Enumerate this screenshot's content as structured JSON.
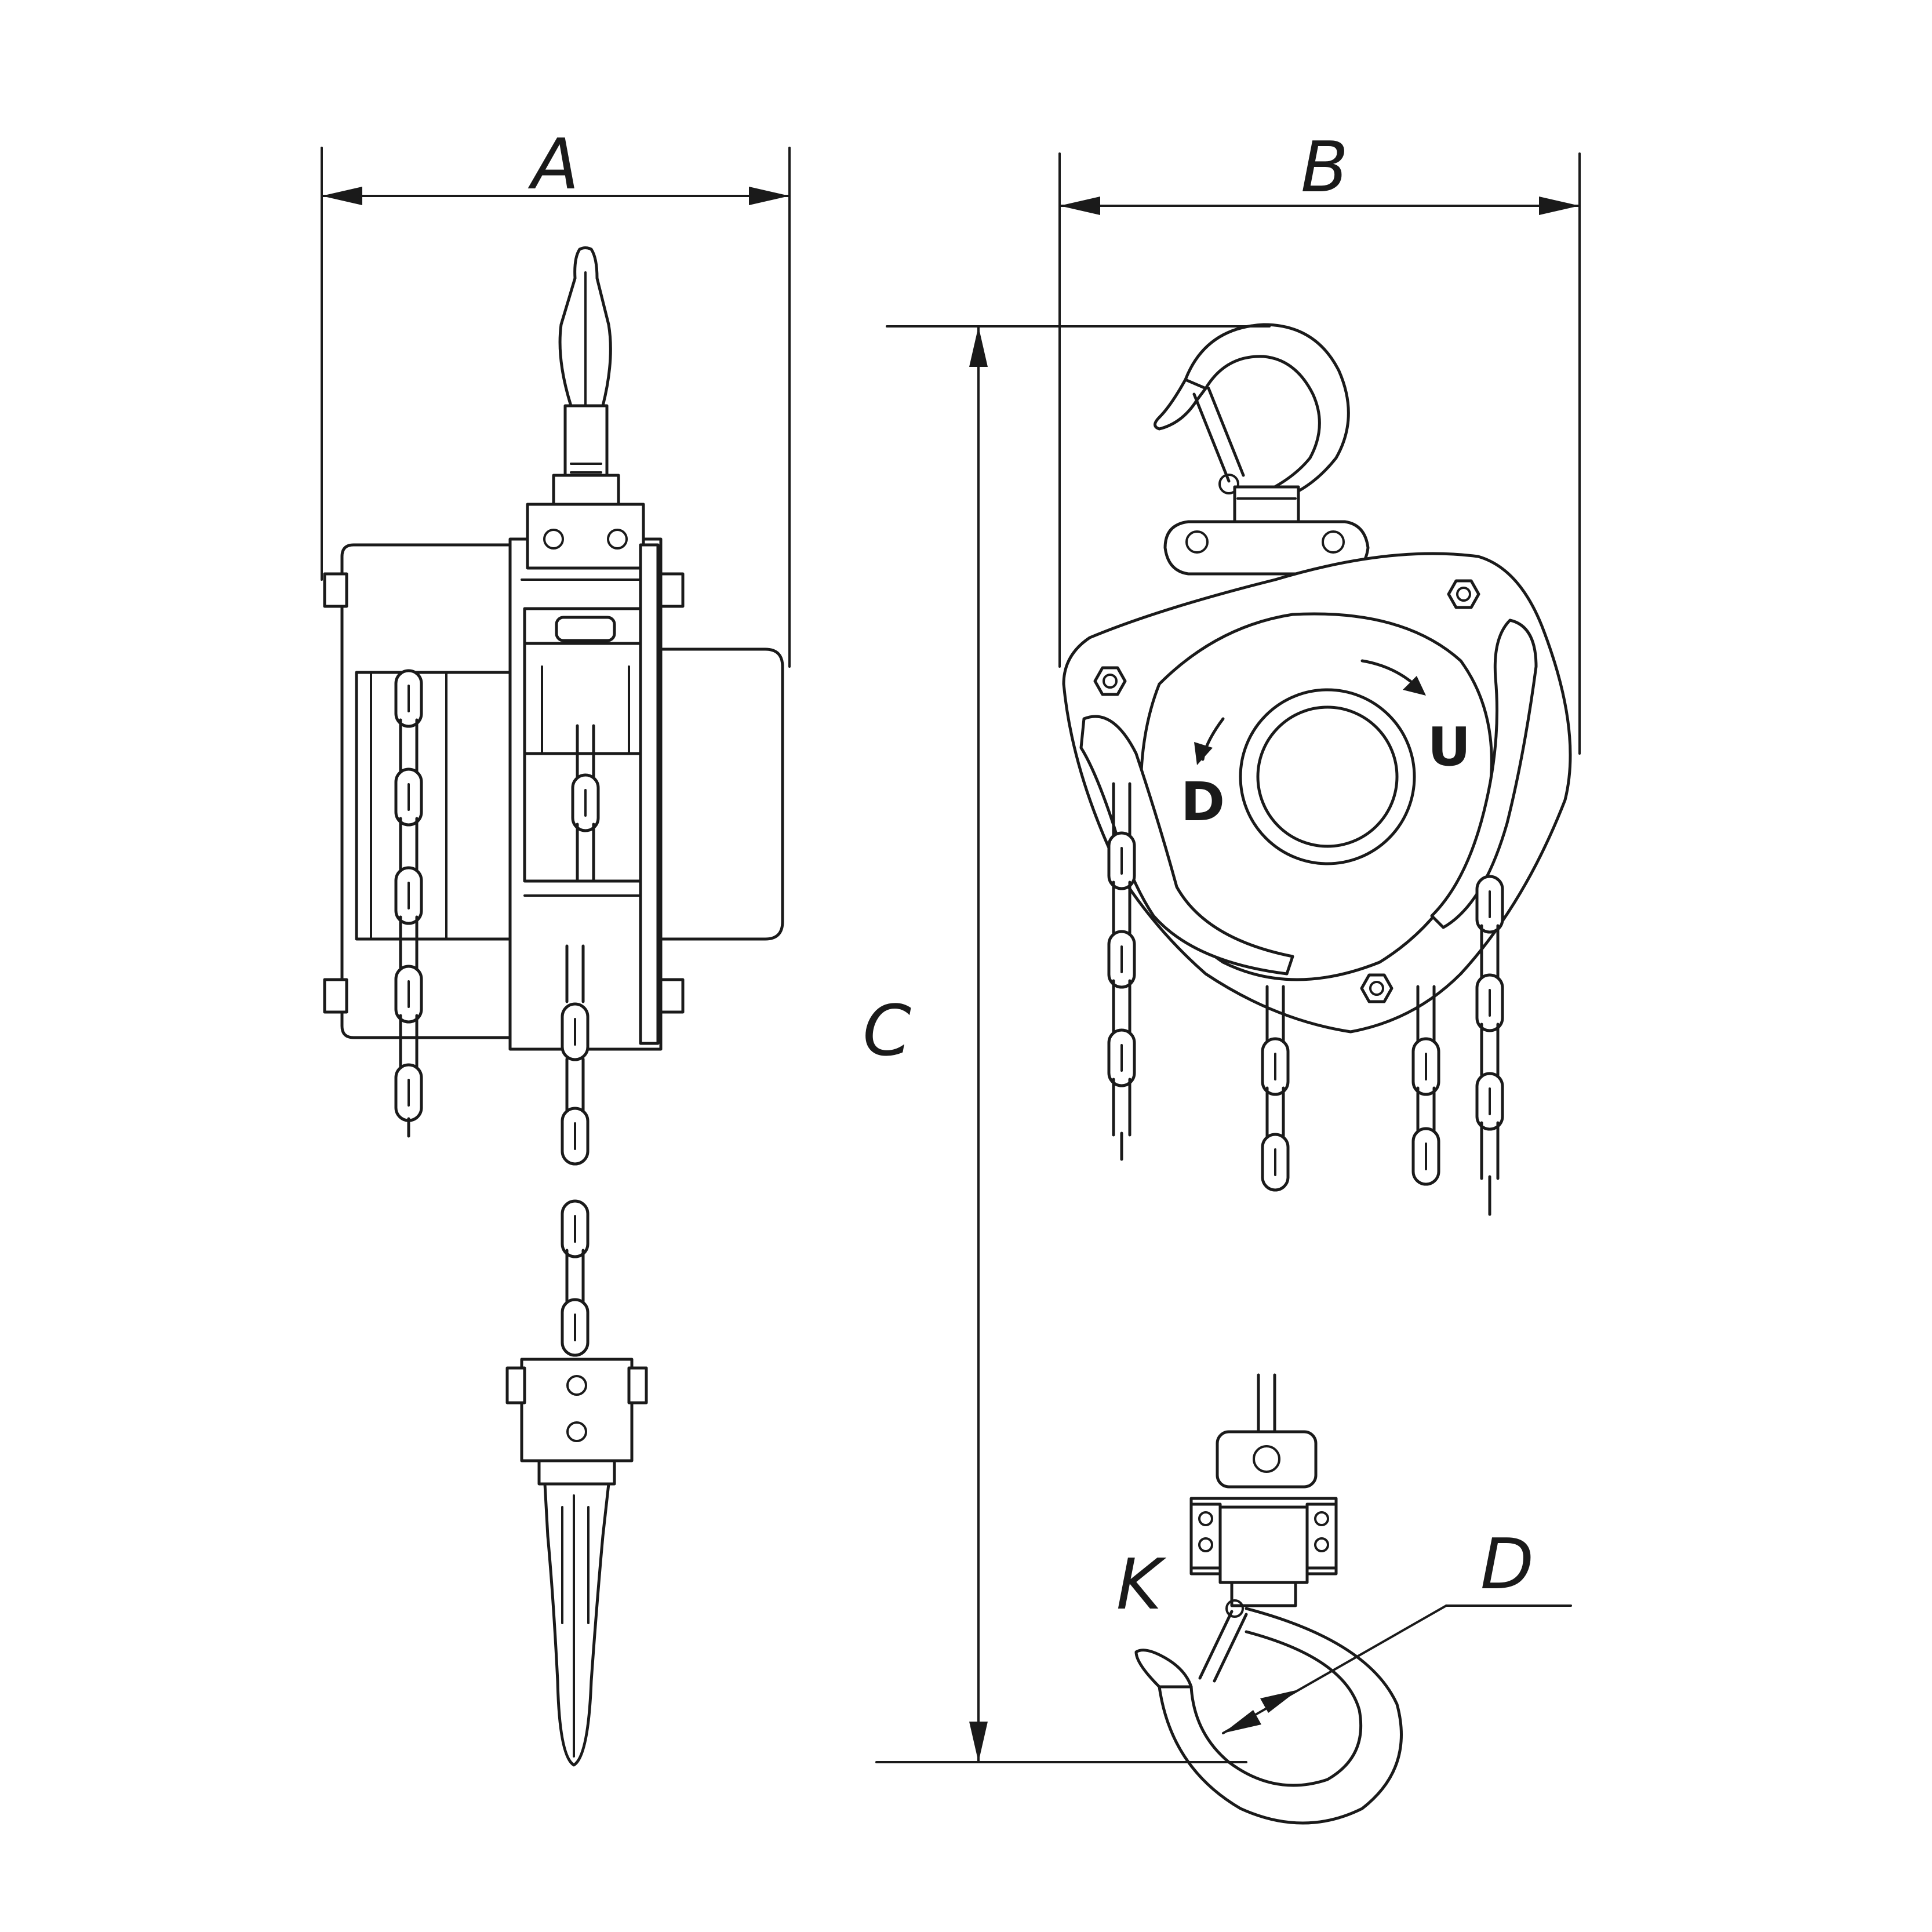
{
  "dimension_labels": {
    "width_side": "A",
    "width_front": "B",
    "height": "C",
    "hook_throat": "D",
    "hook_k": "K"
  },
  "direction_labels": {
    "down": "D",
    "up": "U"
  }
}
